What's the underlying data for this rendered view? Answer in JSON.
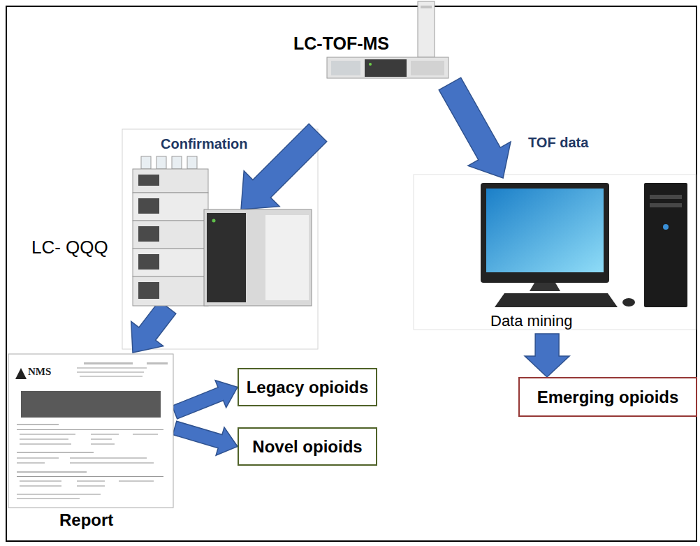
{
  "diagram": {
    "nodes": [
      {
        "text": [
          "LC-TOF-MS"
        ]
      },
      {
        "text": [
          "LC- QQQ"
        ]
      },
      {
        "text": [
          "Data mining"
        ]
      },
      {
        "text": [
          "Report"
        ]
      },
      {
        "text": [
          "Legacy opioids"
        ]
      },
      {
        "text": [
          "Novel opioids"
        ]
      },
      {
        "text": [
          "Emerging opioids"
        ]
      }
    ],
    "edges": [
      {
        "from": 0,
        "to": 1,
        "label": "Confirmation",
        "arrow": "to"
      },
      {
        "from": 0,
        "to": 2,
        "label": "TOF data",
        "arrow": "to"
      },
      {
        "from": 1,
        "to": 3,
        "arrow": "to"
      },
      {
        "from": 3,
        "to": 4,
        "arrow": "to"
      },
      {
        "from": 3,
        "to": 5,
        "arrow": "to"
      },
      {
        "from": 2,
        "to": 6,
        "arrow": "to"
      }
    ],
    "labels": [
      "NMS"
    ]
  }
}
